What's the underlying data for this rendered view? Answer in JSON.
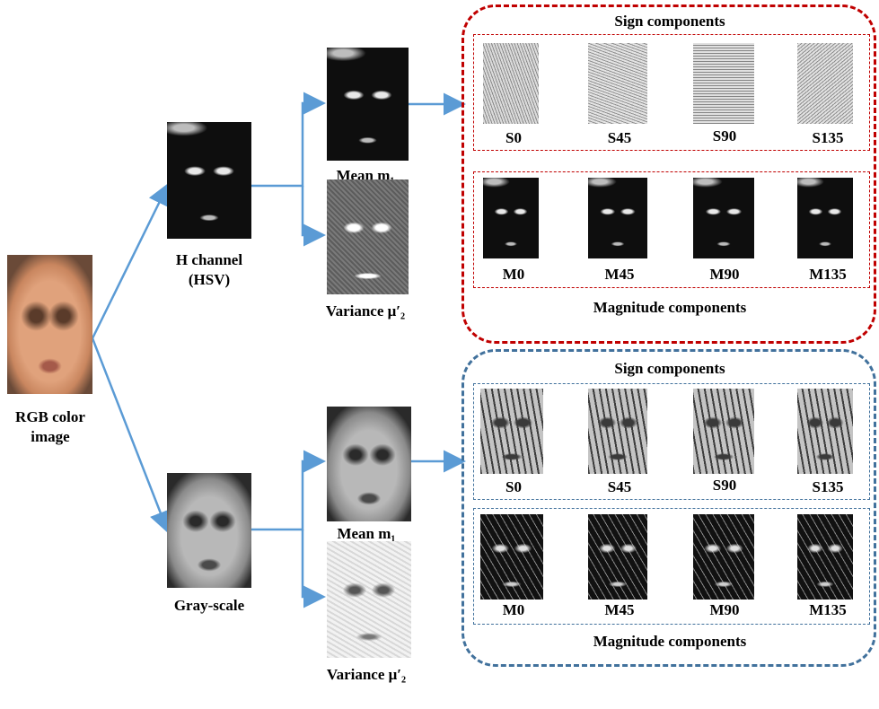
{
  "colors": {
    "arrow": "#5b9bd5",
    "red_group": "#c00000",
    "blue_group": "#41719c"
  },
  "input": {
    "label_line1": "RGB color",
    "label_line2": "image"
  },
  "hsv_branch": {
    "channel_label_line1": "H channel",
    "channel_label_line2": "(HSV)",
    "mean_label": "Mean m₁",
    "variance_label": "Variance μ′₂",
    "sign_title": "Sign components",
    "magnitude_title": "Magnitude components",
    "sign_labels": [
      "S0",
      "S45",
      "S90",
      "S135"
    ],
    "magnitude_labels": [
      "M0",
      "M45",
      "M90",
      "M135"
    ]
  },
  "gray_branch": {
    "channel_label": "Gray-scale",
    "mean_label": "Mean m₁",
    "variance_label": "Variance μ′₂",
    "sign_title": "Sign components",
    "magnitude_title": "Magnitude components",
    "sign_labels": [
      "S0",
      "S45",
      "S90",
      "S135"
    ],
    "magnitude_labels": [
      "M0",
      "M45",
      "M90",
      "M135"
    ]
  }
}
